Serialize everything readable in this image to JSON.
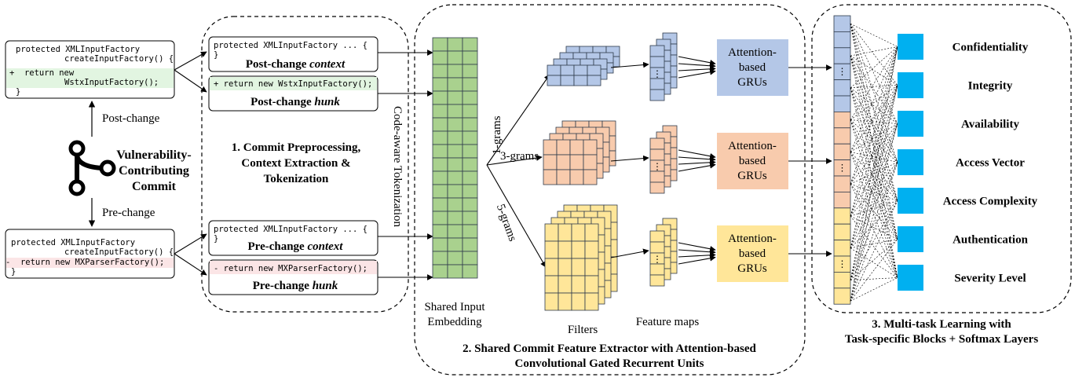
{
  "colors": {
    "blue": "#b4c7e7",
    "orange": "#f8cbad",
    "yellow": "#ffe699",
    "green": "#a9d18e",
    "added_highlight": "#e2f5e1",
    "removed_highlight": "#fbe5e6",
    "task_block": "#00b0f0",
    "line": "#000000"
  },
  "commit": {
    "icon": "git-branch-icon",
    "label_lines": [
      "Vulnerability-",
      "Contributing",
      "Commit"
    ],
    "post_change_label": "Post-change",
    "pre_change_label": "Pre-change",
    "post_code": [
      "protected XMLInputFactory",
      "createInputFactory() {",
      "+  return new",
      "WstxInputFactory();",
      "}"
    ],
    "pre_code": [
      "protected XMLInputFactory",
      "createInputFactory() {",
      "-  return new MXParserFactory();",
      "}"
    ]
  },
  "preprocessing": {
    "title_lines": [
      "1. Commit Preprocessing,",
      "Context Extraction &",
      "Tokenization"
    ],
    "tokenization_label": "Code-aware Tokenization",
    "post_context": {
      "code_lines": [
        "protected XMLInputFactory ... {",
        "}"
      ],
      "caption_prefix": "Post-change ",
      "caption_em": "context"
    },
    "post_hunk": {
      "code_lines": [
        "+ return new WstxInputFactory();"
      ],
      "caption_prefix": "Post-change ",
      "caption_em": "hunk"
    },
    "pre_context": {
      "code_lines": [
        "protected XMLInputFactory ... {",
        "}"
      ],
      "caption_prefix": "Pre-change ",
      "caption_em": "context"
    },
    "pre_hunk": {
      "code_lines": [
        "- return new MXParserFactory();"
      ],
      "caption_prefix": "Pre-change ",
      "caption_em": "hunk"
    }
  },
  "extractor": {
    "title_lines": [
      "2. Shared Commit Feature Extractor with Attention-based",
      "Convolutional Gated Recurrent Units"
    ],
    "embedding_label_lines": [
      "Shared Input",
      "Embedding"
    ],
    "filters_label": "Filters",
    "feature_maps_label": "Feature maps",
    "ngram_labels": [
      "1-grams",
      "3-grams",
      "5-grams"
    ],
    "gru_label_lines": [
      "Attention-",
      "based",
      "GRUs"
    ],
    "dots": "⋮"
  },
  "multitask": {
    "title_lines": [
      "3. Multi-task Learning with",
      "Task-specific Blocks + Softmax Layers"
    ],
    "tasks": [
      "Confidentiality",
      "Integrity",
      "Availability",
      "Access Vector",
      "Access Complexity",
      "Authentication",
      "Severity Level"
    ]
  }
}
